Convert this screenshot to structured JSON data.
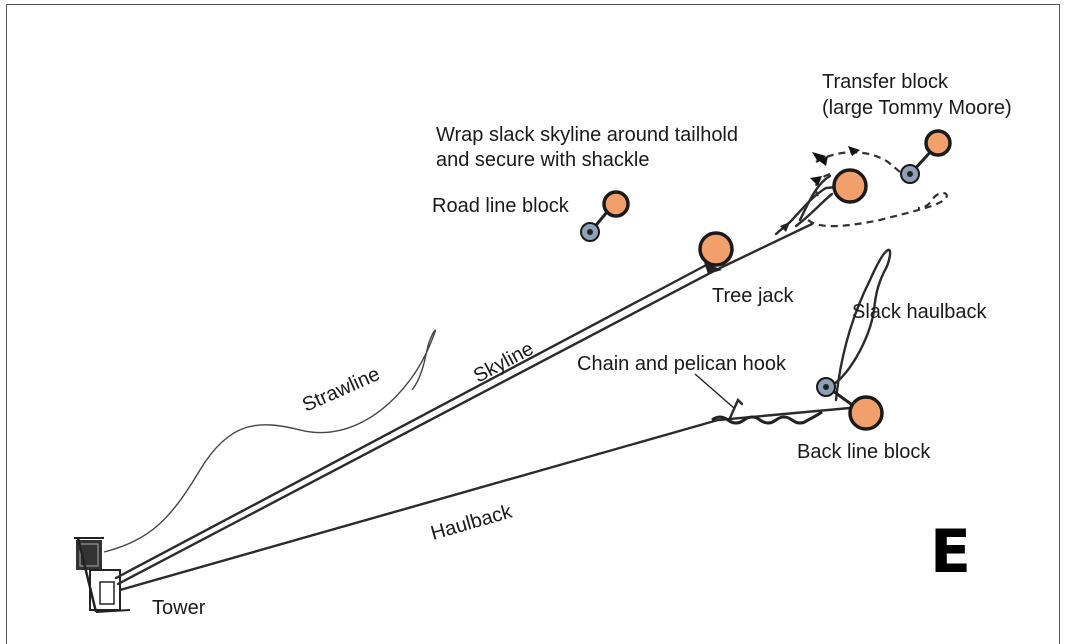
{
  "labels": {
    "transfer_block_1": "Transfer block",
    "transfer_block_2": "(large Tommy Moore)",
    "wrap_1": "Wrap slack skyline around tailhold",
    "wrap_2": "and secure with shackle",
    "road_line_block": "Road line block",
    "tree_jack": "Tree jack",
    "slack_haulback": "Slack haulback",
    "chain_pelican": "Chain and pelican hook",
    "back_line_block": "Back line block",
    "skyline": "Skyline",
    "strawline": "Strawline",
    "haulback": "Haulback",
    "tower": "Tower",
    "panel_letter": "E"
  },
  "colors": {
    "block_fill": "#f2a06b",
    "shackle_fill": "#8fa0b8",
    "line": "#2b2b2b"
  }
}
